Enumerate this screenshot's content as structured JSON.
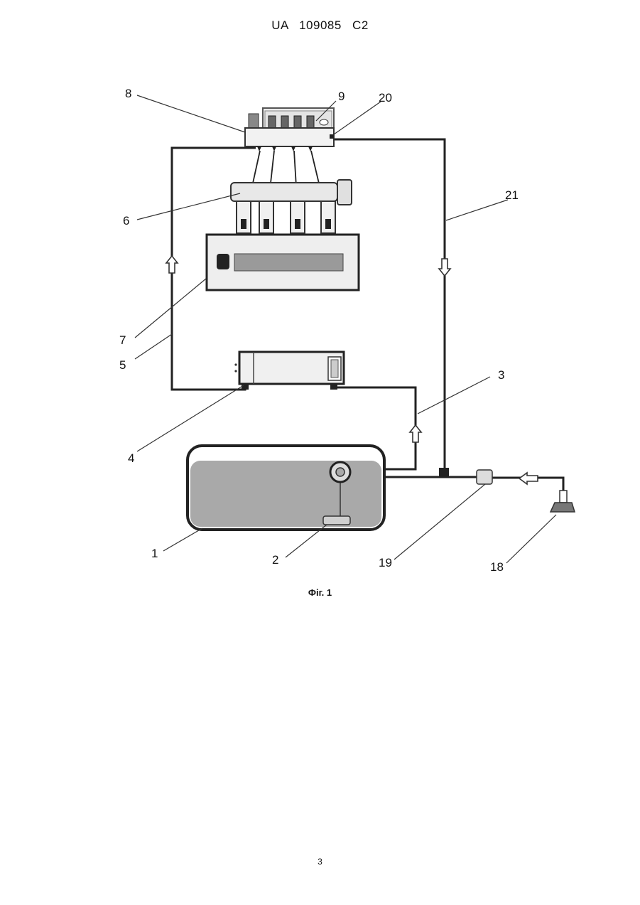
{
  "header": {
    "doc_id": "UA   109085   C2"
  },
  "figure": {
    "caption": "Фіг. 1",
    "labels": {
      "l1": "1",
      "l2": "2",
      "l3": "3",
      "l4": "4",
      "l5": "5",
      "l6": "6",
      "l7": "7",
      "l8": "8",
      "l9": "9",
      "l18": "18",
      "l19": "19",
      "l20": "20",
      "l21": "21"
    }
  },
  "footer": {
    "page_number": "3"
  }
}
